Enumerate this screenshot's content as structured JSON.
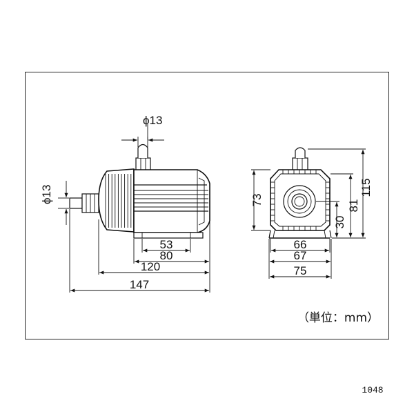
{
  "side_view": {
    "outlet_diameter": "ϕ13",
    "inlet_diameter": "ϕ13",
    "base_width": "53",
    "base_length": "80",
    "body_length": "120",
    "overall_length": "147"
  },
  "front_view": {
    "body_height": "73",
    "inlet_center_height": "30",
    "body_top_height": "81",
    "overall_height": "115",
    "body_width": "66",
    "foot_inner_width": "67",
    "foot_outer_width": "75"
  },
  "unit_label": "（単位：mm）",
  "figure_code": "1048"
}
